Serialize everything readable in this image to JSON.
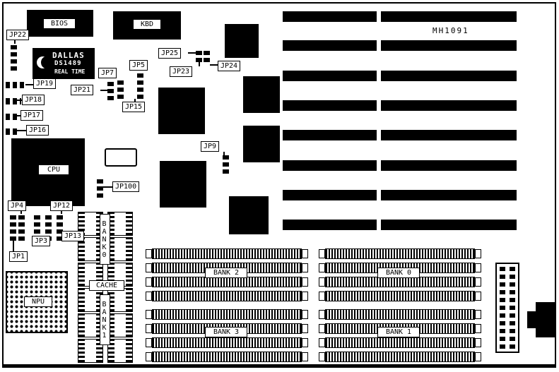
{
  "board": {
    "model": "MH1091",
    "bios": "BIOS",
    "kbd": "KBD",
    "cpu": "CPU",
    "npu": "NPU",
    "cache": "CACHE",
    "rtc": {
      "brand": "DALLAS",
      "part": "DS1489",
      "type": "REAL TIME"
    },
    "cache_bank0": "BANK0",
    "cache_bank1": "BANK1",
    "bank0": "BANK 0",
    "bank1": "BANK 1",
    "bank2": "BANK 2",
    "bank3": "BANK 3",
    "jumpers": {
      "jp1": "JP1",
      "jp3": "JP3",
      "jp4": "JP4",
      "jp5": "JP5",
      "jp7": "JP7",
      "jp9": "JP9",
      "jp12": "JP12",
      "jp13": "JP13",
      "jp15": "JP15",
      "jp16": "JP16",
      "jp17": "JP17",
      "jp18": "JP18",
      "jp19": "JP19",
      "jp21": "JP21",
      "jp22": "JP22",
      "jp23": "JP23",
      "jp24": "JP24",
      "jp25": "JP25",
      "jp100": "JP100"
    }
  }
}
